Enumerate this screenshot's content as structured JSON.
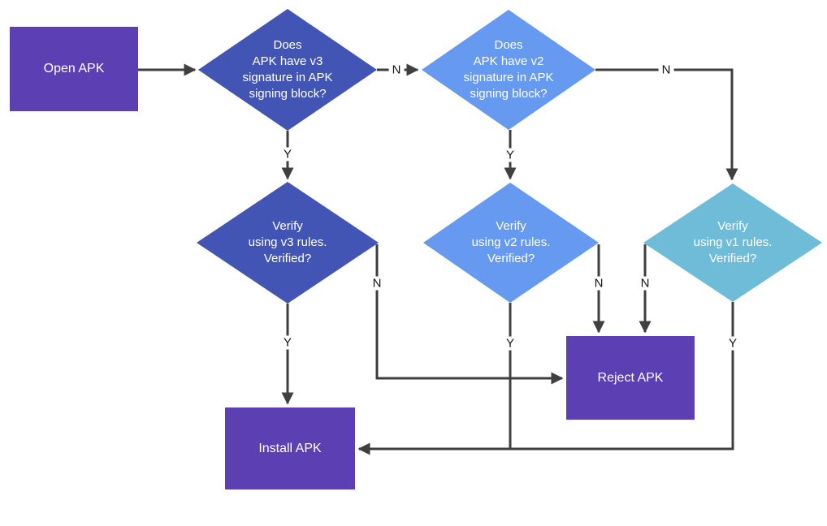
{
  "colors": {
    "purple": "#5B3FB3",
    "indigo": "#4355B4",
    "blue": "#669AF0",
    "teal": "#6FBCD9",
    "arrow": "#3F3F3F",
    "edge_label_text": "#141414",
    "node_text": "#FFFFFF"
  },
  "nodes": {
    "open_apk": {
      "label": "Open APK"
    },
    "v3_question": {
      "label": "Does\nAPK have v3\nsignature in APK\nsigning block?"
    },
    "v2_question": {
      "label": "Does\nAPK have v2\nsignature in APK\nsigning block?"
    },
    "verify_v3": {
      "label": "Verify\nusing v3 rules.\nVerified?"
    },
    "verify_v2": {
      "label": "Verify\nusing v2 rules.\nVerified?"
    },
    "verify_v1": {
      "label": "Verify\nusing v1 rules.\nVerified?"
    },
    "reject_apk": {
      "label": "Reject APK"
    },
    "install_apk": {
      "label": "Install APK"
    }
  },
  "edge_labels": {
    "v3q_no": "N",
    "v3q_yes": "Y",
    "v2q_no": "N",
    "v2q_yes": "Y",
    "v3r_no": "N",
    "v3r_yes": "Y",
    "v2r_no": "N",
    "v2r_yes": "Y",
    "v1r_no": "N",
    "v1r_yes": "Y"
  }
}
